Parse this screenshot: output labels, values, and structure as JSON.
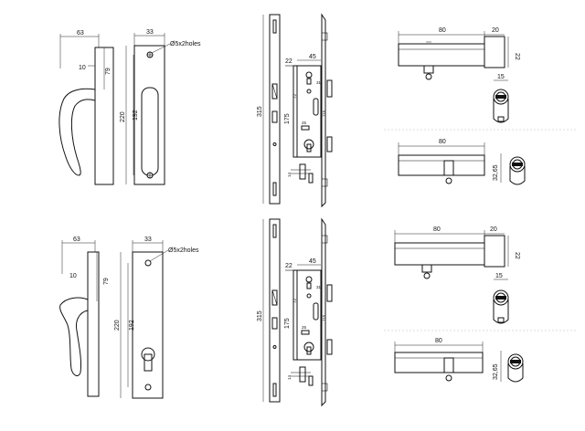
{
  "handle_1": {
    "width": "63",
    "offset": "10",
    "height": "79",
    "plate_width": "33",
    "plate_height": "220",
    "hole_spacing": "192",
    "holes": "Ø5x2holes"
  },
  "handle_2": {
    "width": "63",
    "offset": "10",
    "height": "79",
    "plate_width": "33",
    "plate_height": "220",
    "hole_spacing": "192",
    "holes": "Ø5x2holes"
  },
  "lock_body_1": {
    "faceplate_length": "315",
    "backset": "22",
    "case_depth": "45",
    "spacing": "72",
    "case_height": "175",
    "dim_a": "31",
    "dim_b": "115",
    "dim_c": "25"
  },
  "lock_body_2": {
    "faceplate_length": "315",
    "backset": "22",
    "case_depth": "45",
    "spacing": "72",
    "case_height": "175",
    "dim_a": "31",
    "dim_b": "115",
    "dim_c": "25"
  },
  "cylinder_1": {
    "length": "80",
    "knob_length": "20",
    "knob_dia": "22",
    "cam_offset": "15"
  },
  "cylinder_2": {
    "length": "80",
    "height": "32,65"
  },
  "cylinder_3": {
    "length": "80",
    "knob_length": "20",
    "knob_dia": "22",
    "cam_offset": "15"
  },
  "cylinder_4": {
    "length": "80",
    "height": "32,65"
  }
}
